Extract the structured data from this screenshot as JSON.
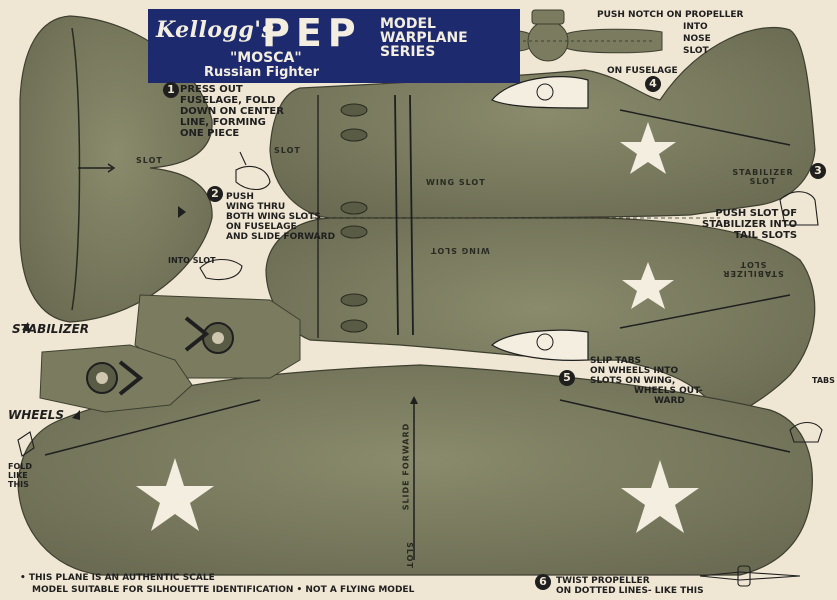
{
  "banner": {
    "brand": "Kellogg's",
    "product": "PEP",
    "series_line1": "MODEL WARPLANE",
    "series_line2": "SERIES",
    "model_name": "\"MOSCA\"",
    "model_type": "Russian Fighter"
  },
  "steps": [
    {
      "number": "1",
      "lines": [
        "PRESS OUT",
        "FUSELAGE, FOLD",
        "DOWN ON CENTER",
        "LINE, FORMING",
        "ONE PIECE"
      ]
    },
    {
      "number": "2",
      "lines": [
        "PUSH",
        "WING THRU",
        "BOTH WING SLOTS",
        "ON FUSELAGE",
        "AND SLIDE FORWARD"
      ]
    },
    {
      "number": "3",
      "lines": [
        "PUSH SLOT OF",
        "STABILIZER INTO",
        "TAIL SLOTS"
      ]
    },
    {
      "number": "4",
      "lines": [
        "PUSH NOTCH ON PROPELLER",
        "INTO",
        "NOSE",
        "SLOT",
        "ON FUSELAGE"
      ]
    },
    {
      "number": "5",
      "lines": [
        "SLIP TABS",
        "ON WHEELS INTO",
        "SLOTS ON WING,",
        "WHEELS OUT-",
        "WARD"
      ]
    },
    {
      "number": "6",
      "lines": [
        "TWIST PROPELLER",
        "ON DOTTED LINES- LIKE THIS"
      ]
    }
  ],
  "part_labels": {
    "stabilizer": "STABILIZER",
    "wheels": "WHEELS",
    "into_slot": "INTO SLOT",
    "fold_like_this": [
      "FOLD",
      "LIKE",
      "THIS"
    ],
    "tabs": "TABS"
  },
  "piece_labels": {
    "slot_stab": "SLOT",
    "slot_fus": "SLOT",
    "wing_slot": "WING SLOT",
    "wing_slot_mirror": "WING SLOT",
    "stab_slot_top": "STABILIZER SLOT",
    "stab_slot_bottom": "STABILIZER SLOT",
    "slide_forward": "SLIDE FORWARD",
    "slot_wing": "SLOT"
  },
  "footer": {
    "line1": "• THIS PLANE IS AN AUTHENTIC SCALE",
    "line2": "MODEL SUITABLE FOR SILHOUETTE IDENTIFICATION • NOT A FLYING MODEL"
  },
  "colors": {
    "paper": "#efe6d3",
    "olive": "#7b7c5f",
    "banner": "#1d2a6e",
    "ink": "#1f1f1f"
  }
}
